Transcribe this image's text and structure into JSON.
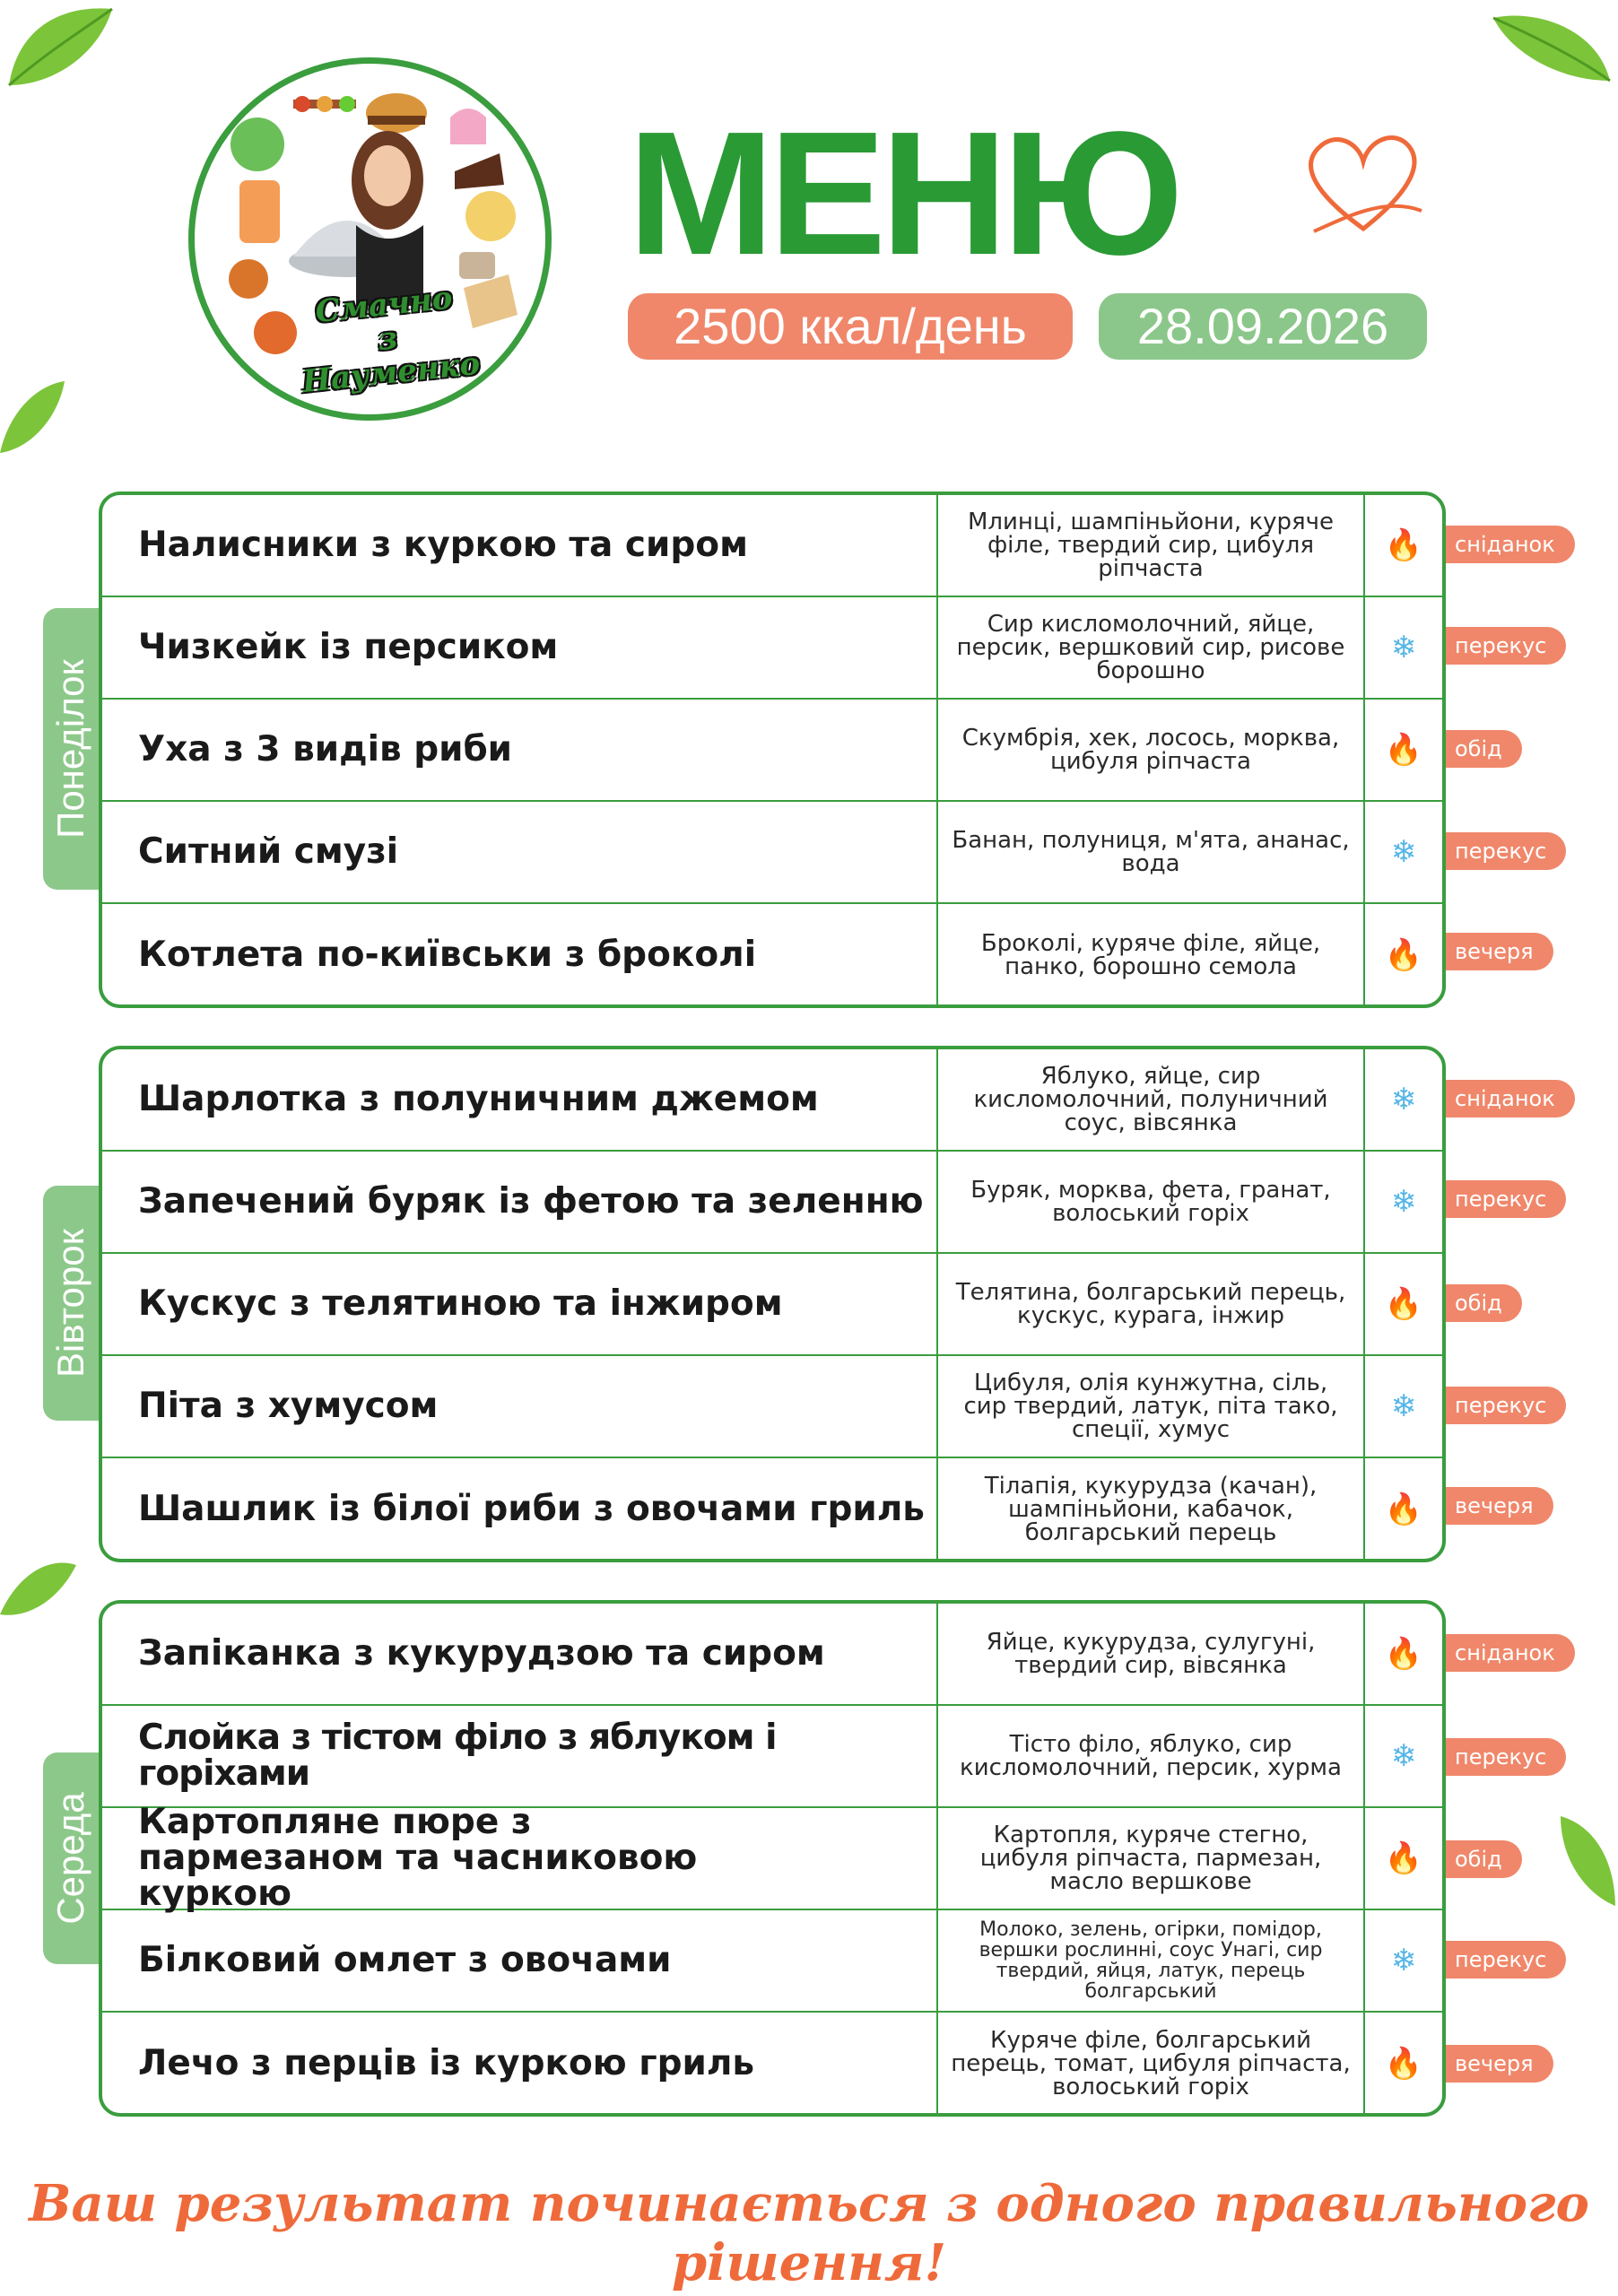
{
  "logo": {
    "line1": "Смачно",
    "line2": "з Науменко"
  },
  "header": {
    "title": "МЕНЮ",
    "kcal": "2500 ккал/день",
    "date": "28.09.2026"
  },
  "days": [
    {
      "name": "Понеділок",
      "rows": [
        {
          "dish": "Налисники з куркою та сиром",
          "ingredients": "Млинці, шампіньйони, куряче філе, твердий сир, цибуля ріпчаста",
          "icon": "fire-icon",
          "meal": "сніданок"
        },
        {
          "dish": "Чизкейк із персиком",
          "ingredients": "Сир кисломолочний, яйце, персик, вершковий сир, рисове борошно",
          "icon": "snowflake-icon",
          "meal": "перекус"
        },
        {
          "dish": "Уха з 3 видів риби",
          "ingredients": "Скумбрія, хек, лосось, морква, цибуля ріпчаста",
          "icon": "fire-icon",
          "meal": "обід"
        },
        {
          "dish": "Ситний смузі",
          "ingredients": "Банан, полуниця, м'ята, ананас, вода",
          "icon": "snowflake-icon",
          "meal": "перекус"
        },
        {
          "dish": "Котлета по-київськи з броколі",
          "ingredients": "Броколі, куряче філе, яйце, панко, борошно семола",
          "icon": "fire-icon",
          "meal": "вечеря"
        }
      ]
    },
    {
      "name": "Вівторок",
      "rows": [
        {
          "dish": "Шарлотка з полуничним джемом",
          "ingredients": "Яблуко, яйце, сир кисломолочний, полуничний соус, вівсянка",
          "icon": "snowflake-icon",
          "meal": "сніданок"
        },
        {
          "dish": "Запечений буряк із фетою та зеленню",
          "ingredients": "Буряк, морква, фета, гранат, волоський горіх",
          "icon": "snowflake-icon",
          "meal": "перекус"
        },
        {
          "dish": "Кускус з телятиною та інжиром",
          "ingredients": "Телятина, болгарський перець, кускус, курага, інжир",
          "icon": "fire-icon",
          "meal": "обід"
        },
        {
          "dish": "Піта з хумусом",
          "ingredients": "Цибуля, олія кунжутна, сіль, сир твердий, латук, піта тако, спеції, хумус",
          "icon": "snowflake-icon",
          "meal": "перекус"
        },
        {
          "dish": "Шашлик із білої риби з овочами гриль",
          "ingredients": "Тілапія, кукурудза (качан), шампіньйони, кабачок, болгарський перець",
          "icon": "fire-icon",
          "meal": "вечеря"
        }
      ]
    },
    {
      "name": "Середа",
      "rows": [
        {
          "dish": "Запіканка з кукурудзою та сиром",
          "ingredients": "Яйце, кукурудза, сулугуні, твердий сир, вівсянка",
          "icon": "fire-icon",
          "meal": "сніданок"
        },
        {
          "dish": "Слойка з тістом філо з яблуком і горіхами",
          "ingredients": "Тісто філо, яблуко, сир кисломолочний, персик, хурма",
          "icon": "snowflake-icon",
          "meal": "перекус"
        },
        {
          "dish": "Картопляне пюре з пармезаном та часниковою куркою",
          "ingredients": "Картопля, куряче стегно, цибуля ріпчаста, пармезан, масло вершкове",
          "icon": "fire-icon",
          "meal": "обід"
        },
        {
          "dish": "Білковий омлет з овочами",
          "ingredients": "Молоко, зелень, огірки, помідор, вершки рослинні, соус Унагі, сир твердий, яйця, латук, перець болгарський",
          "icon": "snowflake-icon",
          "meal": "перекус"
        },
        {
          "dish": "Лечо з перців із куркою гриль",
          "ingredients": "Куряче філе, болгарський перець, томат, цибуля ріпчаста, волоський горіх",
          "icon": "fire-icon",
          "meal": "вечеря"
        }
      ]
    }
  ],
  "slogan": "Ваш результат починається з одного правильного рішення!",
  "colors": {
    "green": "#2a9a35",
    "border": "#3a9d3e",
    "orange": "#f0876a",
    "light_green": "#8dc88b"
  }
}
